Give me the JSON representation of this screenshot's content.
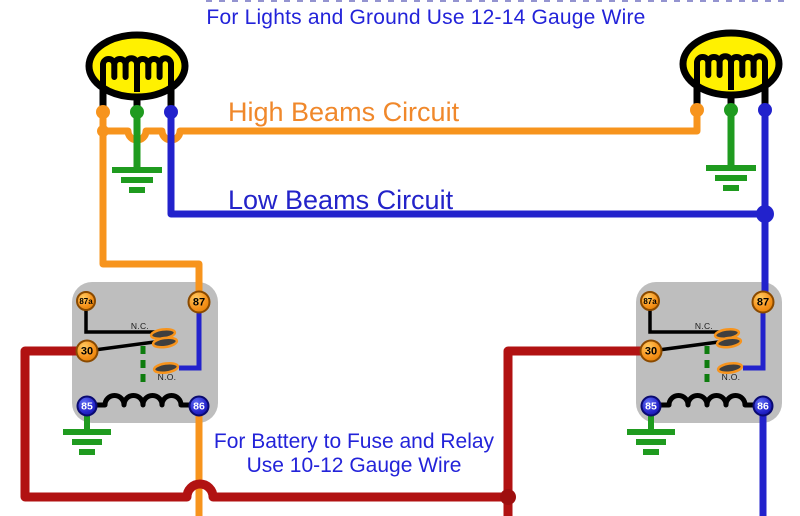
{
  "diagram": {
    "top_note": "For Lights and Ground Use 12-14 Gauge Wire",
    "battery_note": {
      "line1": "For Battery to Fuse and Relay",
      "line2": "Use 10-12 Gauge Wire"
    },
    "circuits": {
      "high_beams": {
        "label": "High Beams Circuit"
      },
      "low_beams": {
        "label": "Low Beams Circuit"
      }
    },
    "relay": {
      "terminal_87a": "87a",
      "terminal_87": "87",
      "terminal_30": "30",
      "terminal_85": "85",
      "terminal_86": "86",
      "normally_closed": "N.C.",
      "normally_open": "N.O."
    },
    "colors": {
      "high_beams_wire": "#F7941D",
      "low_beams_wire": "#2222CC",
      "ground_wire": "#1F9B1F",
      "battery_wire": "#B11212",
      "note_text": "#2323D9",
      "bulb_fill": "#FFF100",
      "relay_body": "#BEBEBE"
    }
  }
}
